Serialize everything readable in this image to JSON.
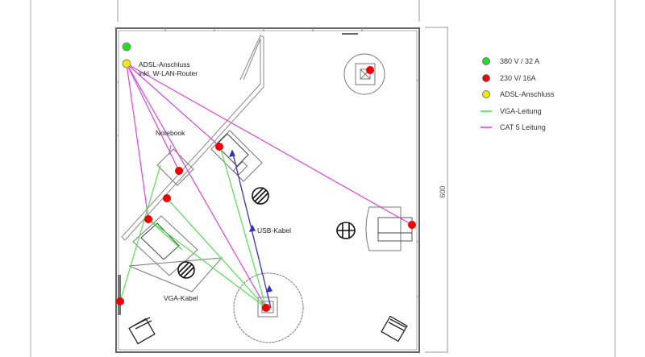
{
  "diagram": {
    "room_dimension_label": "600",
    "labels": {
      "adsl_line1": "ADSL-Anschluss",
      "adsl_line2": "inkl. W-LAN-Router",
      "notebook": "Notebook",
      "usb_cable": "USB-Kabel",
      "vga_cable": "VGA-Kabel"
    },
    "colors": {
      "outlet_380": "#22dd22",
      "outlet_230": "#ee0000",
      "adsl": "#f2ea00",
      "vga_line": "#55dd55",
      "cat5_line": "#dd44dd",
      "usb_line": "#3333bb",
      "walls": "#777777"
    }
  },
  "legend": {
    "items": [
      {
        "kind": "dot",
        "color": "#22dd22",
        "label": "380 V / 32 A"
      },
      {
        "kind": "dot",
        "color": "#ee0000",
        "label": "230 V/ 16A"
      },
      {
        "kind": "dot",
        "color": "#f2ea00",
        "label": "ADSL-Anschluss"
      },
      {
        "kind": "line",
        "color": "#66ee66",
        "label": "VGA-Leitung"
      },
      {
        "kind": "line",
        "color": "#ee66ee",
        "label": "CAT 5 Leitung"
      }
    ]
  }
}
